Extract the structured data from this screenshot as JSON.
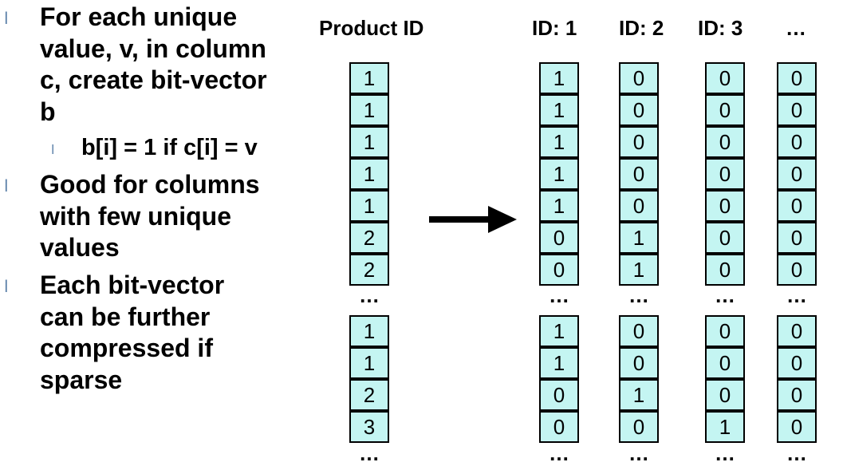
{
  "bullets": {
    "b1_lines": [
      "For each unique",
      "value, v, in column",
      "c, create bit-vector",
      "b"
    ],
    "b1_sub": "b[i] = 1 if c[i] = v",
    "b2_lines": [
      "Good for columns",
      "with few unique",
      "values"
    ],
    "b3_lines": [
      "Each bit-vector",
      "can be further",
      "compressed if",
      "sparse"
    ],
    "marker": "l"
  },
  "headers": [
    "Product ID",
    "ID: 1",
    "ID: 2",
    "ID: 3",
    "…"
  ],
  "columns": {
    "product_id": {
      "top": [
        "1",
        "1",
        "1",
        "1",
        "1",
        "2",
        "2"
      ],
      "bottom": [
        "1",
        "1",
        "2",
        "3"
      ]
    },
    "id1": {
      "top": [
        "1",
        "1",
        "1",
        "1",
        "1",
        "0",
        "0"
      ],
      "bottom": [
        "1",
        "1",
        "0",
        "0"
      ]
    },
    "id2": {
      "top": [
        "0",
        "0",
        "0",
        "0",
        "0",
        "1",
        "1"
      ],
      "bottom": [
        "0",
        "0",
        "1",
        "0"
      ]
    },
    "id3": {
      "top": [
        "0",
        "0",
        "0",
        "0",
        "0",
        "0",
        "0"
      ],
      "bottom": [
        "0",
        "0",
        "0",
        "1"
      ]
    },
    "more": {
      "top": [
        "0",
        "0",
        "0",
        "0",
        "0",
        "0",
        "0"
      ],
      "bottom": [
        "0",
        "0",
        "0",
        "0"
      ]
    }
  },
  "ellipsis": "…",
  "colors": {
    "cell_fill": "#c4f5f2",
    "marker": "#5a7fa8"
  }
}
